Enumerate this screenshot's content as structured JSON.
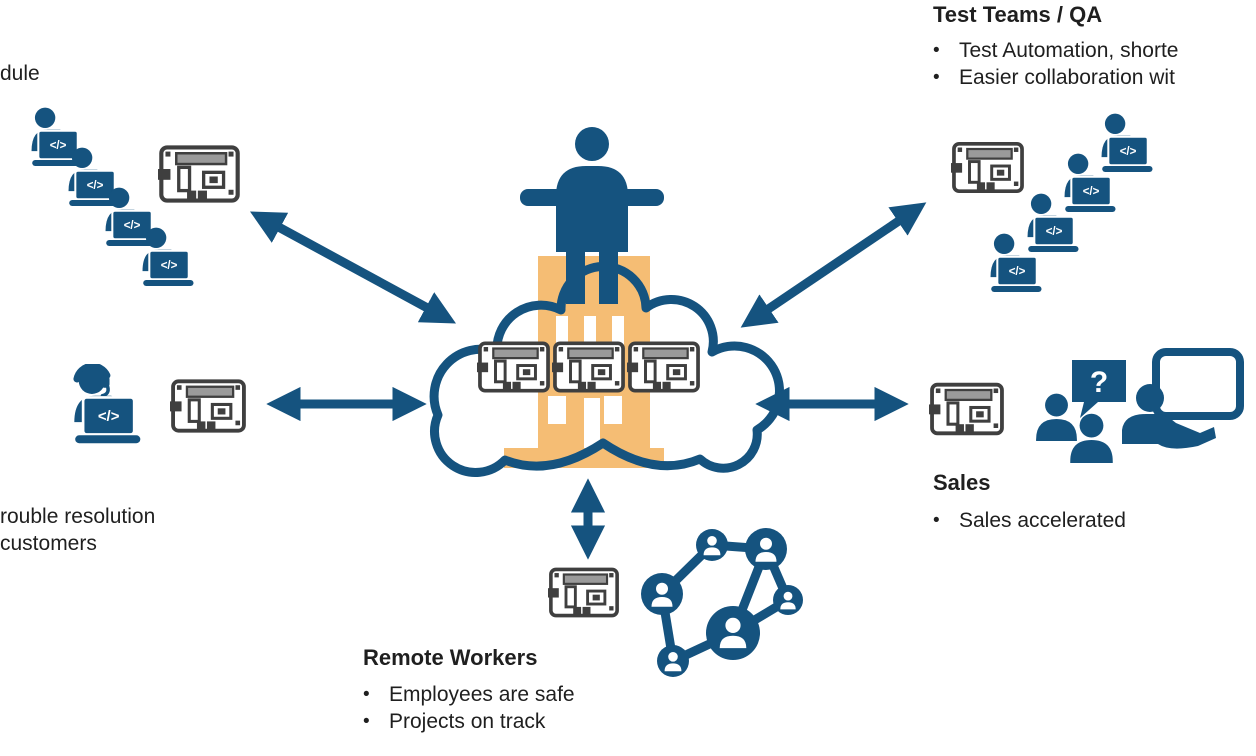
{
  "colors": {
    "accent_blue": "#15537f",
    "building_orange": "#f5bd74",
    "board_outline_gray": "#3f3f3f",
    "text": "#1f1f1f",
    "background": "#ffffff"
  },
  "glyphs": {
    "bullet": "•",
    "code": "</>",
    "question": "?"
  },
  "annotations": {
    "left_top": {
      "fragment": "dule"
    },
    "left_middle": {
      "line1": "rouble resolution",
      "line2": "customers"
    },
    "test_teams": {
      "title": "Test Teams / QA",
      "bullets": [
        "Test Automation, shorte",
        "Easier collaboration wit"
      ]
    },
    "sales": {
      "title": "Sales",
      "bullets": [
        "Sales accelerated"
      ]
    },
    "remote_workers": {
      "title": "Remote Workers",
      "bullets": [
        "Employees are safe",
        "Projects on track"
      ]
    }
  }
}
